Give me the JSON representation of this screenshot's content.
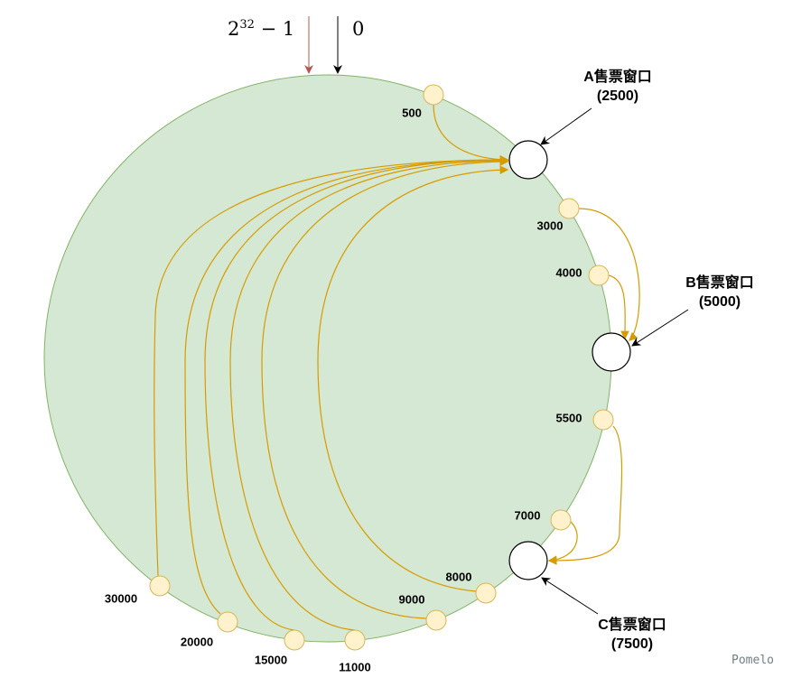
{
  "top_labels": {
    "max": "2",
    "max_exp": "32",
    "max_rest": " − 1",
    "zero": "0"
  },
  "servers": [
    {
      "name": "A售票窗口",
      "value": "(2500)"
    },
    {
      "name": "B售票窗口",
      "value": "(5000)"
    },
    {
      "name": "C售票窗口",
      "value": "(7500)"
    }
  ],
  "nodes": [
    "500",
    "3000",
    "4000",
    "5500",
    "7000",
    "8000",
    "9000",
    "11000",
    "15000",
    "20000",
    "30000"
  ],
  "watermark": "Pomelo",
  "colors": {
    "ring_fill": "#d5e8d4",
    "ring_stroke": "#82b366",
    "node_fill": "#fff2cc",
    "node_stroke": "#d6b656",
    "curve": "#d79b00",
    "red_arrow": "#b85450"
  }
}
